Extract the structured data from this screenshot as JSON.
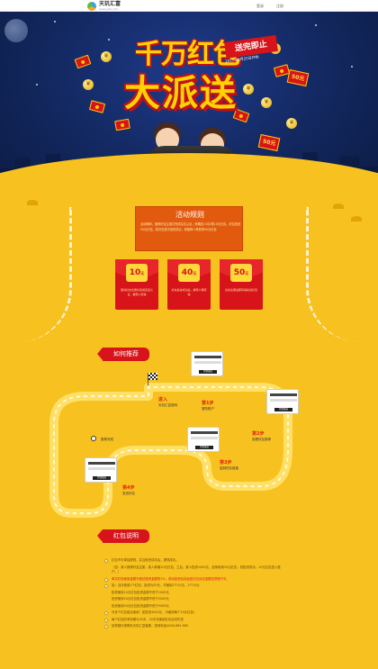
{
  "header": {
    "logo_text": "天玑汇富",
    "logo_sub": "www.yztv.com",
    "links": [
      "登录",
      "注册"
    ]
  },
  "hero": {
    "title_line1": "千万红包",
    "title_line2": "大派送",
    "ribbon": "送完即止",
    "ribbon_date": "2015年9月25日开始",
    "tag": "50元"
  },
  "rules": {
    "title": "活动规则",
    "text": "活动期间，推荐好友注册并完成实名认证，即赠送人均2笔10元红包，好友投资50元红包。若好友首次投资成功，则推荐人再获得40元红包"
  },
  "packets": [
    {
      "amount": "10",
      "unit": "元",
      "text": "邀请好友注册并完成实名认证，推荐人获得"
    },
    {
      "amount": "40",
      "unit": "元",
      "text": "好友投资成功后，推荐人再获得"
    },
    {
      "amount": "50",
      "unit": "元",
      "text": "好友注册后即获得投资红包"
    }
  ],
  "how": {
    "title": "如何推荐",
    "start": "进入",
    "start_desc": "天玑汇富官网",
    "steps": [
      {
        "label": "第1步",
        "desc": "登陆账户",
        "btn": "复制链接"
      },
      {
        "label": "第2步",
        "desc": "查看好友推荐",
        "btn": "复制链接"
      },
      {
        "label": "第3步",
        "desc": "复制好友链接",
        "btn": "复制链接"
      },
      {
        "label": "第4步",
        "desc": "发送好友",
        "btn": "复制链接"
      }
    ],
    "end_desc": "推荐完成"
  },
  "explain": {
    "title": "红包说明",
    "notes": [
      {
        "text": "红包不可单独提现，并且投资成功后，提现成功。",
        "hl": false
      },
      {
        "text": "（如：某人推荐好友注册，某人新增10元红包，之后，某人投资1000元，选择使用10元红包，则投资成功，10元红包进入账户。）",
        "hl": false
      },
      {
        "text": "单次红包使用金额不超过投资金额的1%，成功投资后将返还红包对应金额至您账户中。",
        "hl": true
      },
      {
        "text": "如：当月使用1个红包，投资为50元，可使用2个10元。1个10元",
        "hl": false
      },
      {
        "text": "投资使用10元红包投资金额不低于1000元",
        "hl": false
      },
      {
        "text": "投资使用20元红包投资金额不低于2000元",
        "hl": false
      },
      {
        "text": "投资使用50元红包投资金额不低于5000元",
        "hl": false
      },
      {
        "text": "可多个红包组合使用！如投资4000元，可使用两个20元红包！",
        "hl": false
      },
      {
        "text": "每个红包的有效期为30天，30天未使用红包自动失效",
        "hl": false
      },
      {
        "text": "如有疑问请联系天玑汇富客服，咨询电话4006-665-665",
        "hl": false
      }
    ]
  },
  "colors": {
    "red": "#d7141a",
    "yellow": "#f7c11f",
    "navy": "#12275e",
    "orange": "#e25a0e"
  }
}
